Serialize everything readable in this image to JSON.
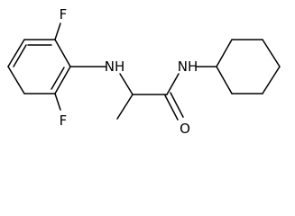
{
  "structure": {
    "atom_labels": {
      "fluorine_top": "F",
      "fluorine_bottom": "F",
      "amine_nh": "NH",
      "amide_nh": "NH",
      "carbonyl_o": "O"
    }
  },
  "colors": {
    "bond": "#000000",
    "label": "#000000",
    "background": "#ffffff"
  }
}
